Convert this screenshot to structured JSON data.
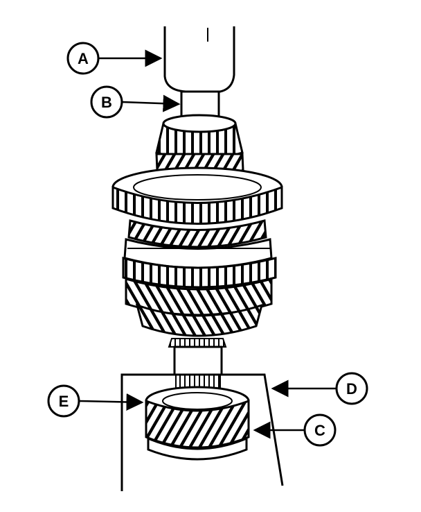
{
  "diagram": {
    "callouts": [
      {
        "id": "A",
        "label": "A"
      },
      {
        "id": "B",
        "label": "B"
      },
      {
        "id": "C",
        "label": "C"
      },
      {
        "id": "D",
        "label": "D"
      },
      {
        "id": "E",
        "label": "E"
      }
    ]
  },
  "colors": {
    "ink": "#000000",
    "paper": "#ffffff"
  }
}
